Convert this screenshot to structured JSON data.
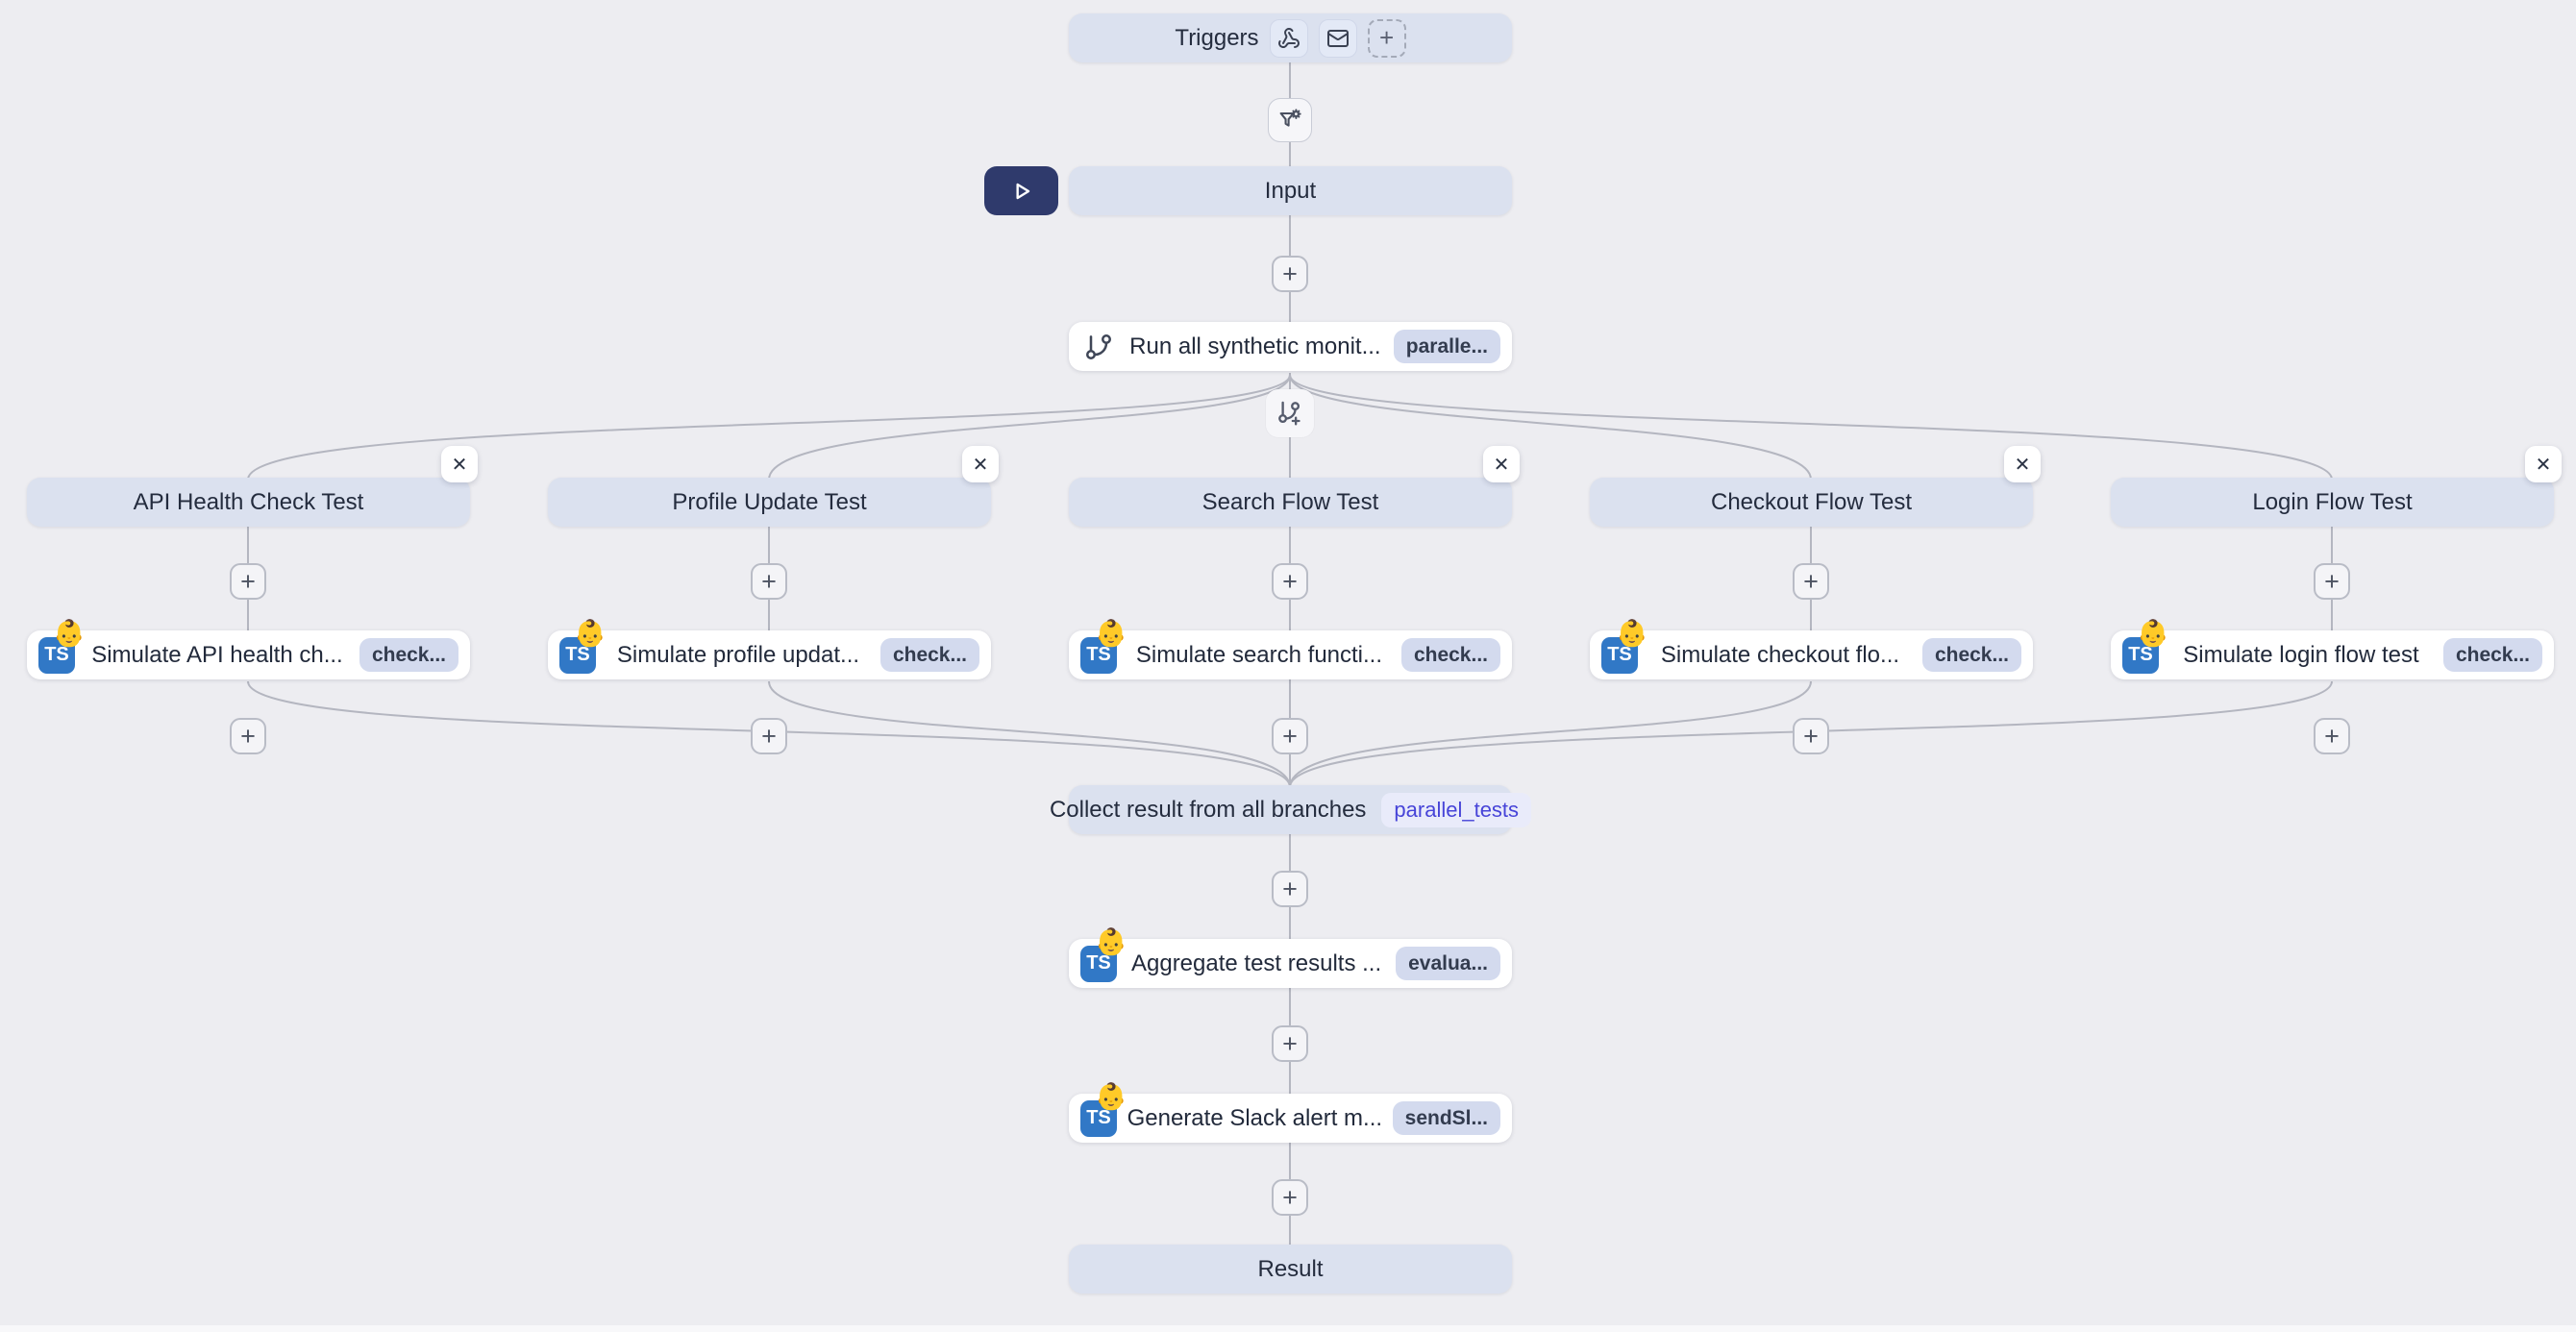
{
  "colors": {
    "canvas_bg": "#ededf1",
    "node_fill": "#dbe1ef",
    "white_node_fill": "#ffffff",
    "edge": "#b4b6c0",
    "play_button_bg": "#2f3a6c",
    "ts_icon_bg": "#3178c6",
    "badge_bg": "#d3daee",
    "badge_text": "#333c4f",
    "ref_badge_bg": "#e9ebfa",
    "ref_badge_text": "#4744d8"
  },
  "ui": {
    "plus_glyph": "+",
    "close_glyph": "✕",
    "task_emoji": "👶",
    "ts_logo_text": "TS"
  },
  "icons": {
    "trigger_icons": [
      "webhook-icon",
      "mail-icon",
      "add-trigger-icon"
    ],
    "filter_icon": "funnel-settings-icon",
    "run_step_icon": "git-branch-icon",
    "split_icon": "git-branch-plus-icon",
    "play_icon": "play-icon"
  },
  "triggers": {
    "label": "Triggers"
  },
  "input_node": {
    "label": "Input"
  },
  "run_step": {
    "title": "Run all synthetic monit...",
    "badge": "paralle..."
  },
  "branches": [
    {
      "title": "API Health Check Test",
      "task_title": "Simulate API health ch...",
      "task_badge": "check..."
    },
    {
      "title": "Profile Update Test",
      "task_title": "Simulate profile updat...",
      "task_badge": "check..."
    },
    {
      "title": "Search Flow Test",
      "task_title": "Simulate search functi...",
      "task_badge": "check..."
    },
    {
      "title": "Checkout Flow Test",
      "task_title": "Simulate checkout flo...",
      "task_badge": "check..."
    },
    {
      "title": "Login Flow Test",
      "task_title": "Simulate login flow test",
      "task_badge": "check..."
    }
  ],
  "collect_step": {
    "title": "Collect result from all branches",
    "badge": "parallel_tests"
  },
  "aggregate_step": {
    "title": "Aggregate test results ...",
    "badge": "evalua..."
  },
  "slack_step": {
    "title": "Generate Slack alert m...",
    "badge": "sendSl..."
  },
  "result_node": {
    "label": "Result"
  }
}
